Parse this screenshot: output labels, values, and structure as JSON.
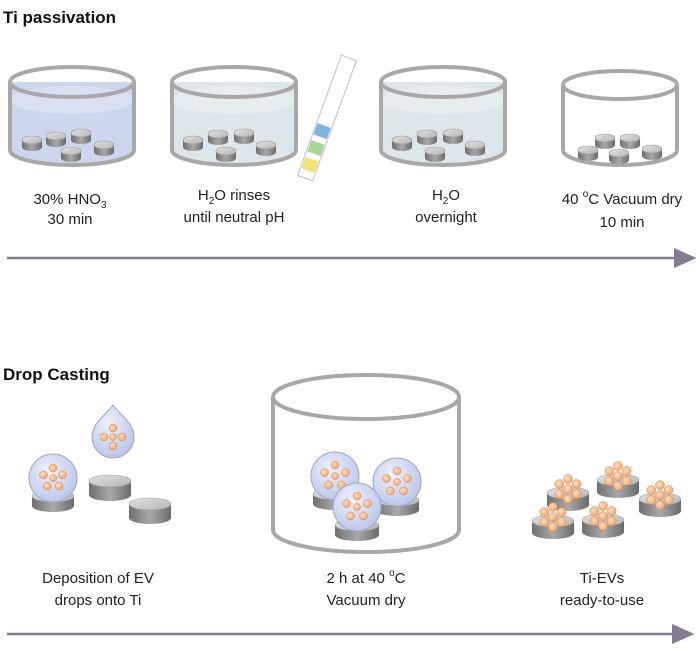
{
  "colors": {
    "dish_stroke": "#a8a8a8",
    "hno3_liquid": "#ccd6ec",
    "water_liquid": "#dde6ea",
    "disc_top": "#cfcfcf",
    "disc_side": "#8c8c8c",
    "ev_drop": "#c9d2ee",
    "ev_particle": "#f4b88c",
    "arrow": "#857a90",
    "strip_blue": "#7fb3e0",
    "strip_green": "#a8d59a",
    "strip_yellow": "#f2e27a"
  },
  "sections": {
    "passivation": {
      "title": "Ti passivation",
      "steps": [
        {
          "line1_pre": "30% HNO",
          "line1_sub": "3",
          "line1_post": "",
          "line2": "30 min"
        },
        {
          "line1_pre": "H",
          "line1_sub": "2",
          "line1_post": "O rinses",
          "line2": "until neutral pH"
        },
        {
          "line1_pre": "H",
          "line1_sub": "2",
          "line1_post": "O",
          "line2": "overnight"
        },
        {
          "line1_pre": "40 ",
          "line1_sup": "o",
          "line1_post": "C Vacuum dry",
          "line2": "10 min"
        }
      ]
    },
    "drop_casting": {
      "title": "Drop Casting",
      "steps": [
        {
          "line1": "Deposition of EV",
          "line2": "drops onto Ti"
        },
        {
          "line1_pre": "2 h at 40 ",
          "line1_sup": "o",
          "line1_post": "C",
          "line2": "Vacuum dry"
        },
        {
          "line1": "Ti-EVs",
          "line2": "ready-to-use"
        }
      ]
    }
  }
}
